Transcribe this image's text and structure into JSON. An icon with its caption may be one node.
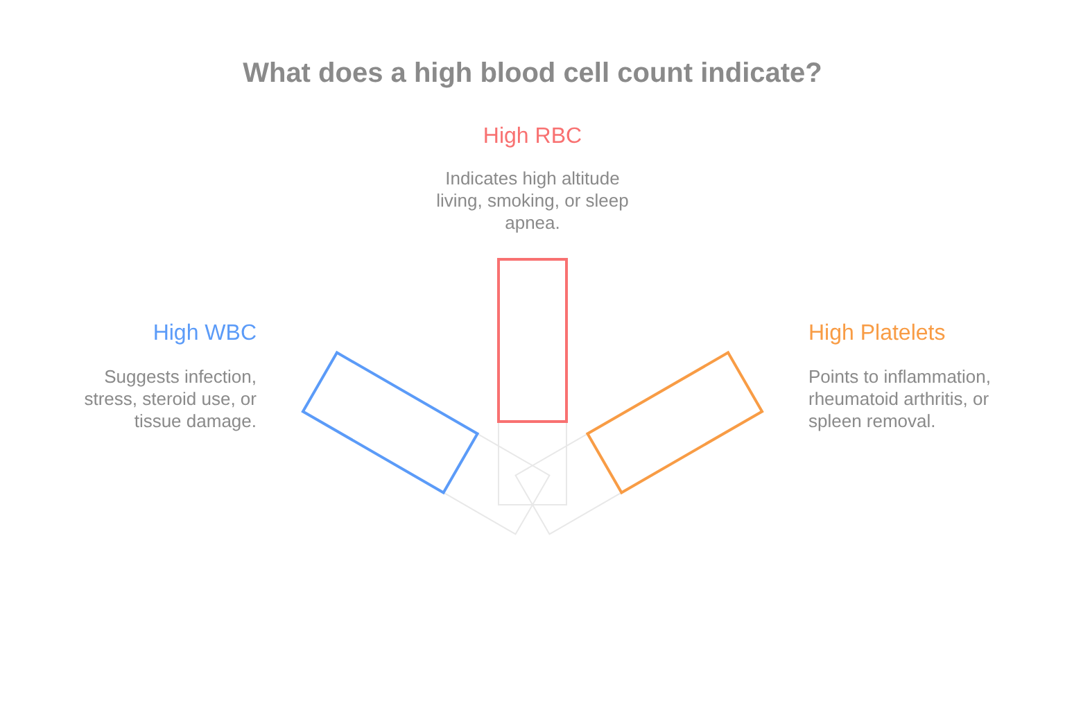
{
  "diagram": {
    "title": "What does a high blood cell count indicate?",
    "labels": [
      "High RBC",
      "Indicates high altitude living, smoking, or sleep apnea.",
      "High WBC",
      "Suggests infection, stress, steroid use, or tissue damage.",
      "High Platelets",
      "Points to inflammation, rheumatoid arthritis, or spleen removal."
    ]
  }
}
